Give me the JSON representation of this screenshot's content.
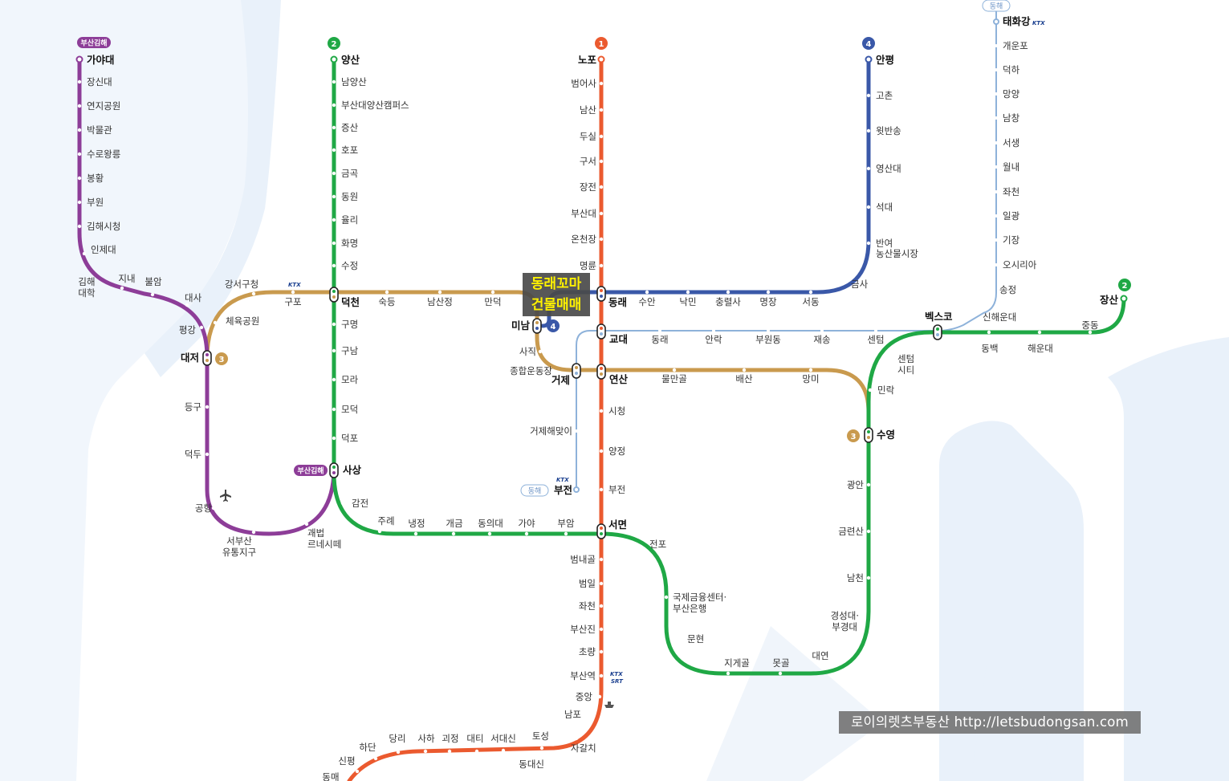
{
  "colors": {
    "line1": "#eb5a2f",
    "line2": "#1fa845",
    "line3": "#c99a4e",
    "line4": "#3a58a8",
    "bgl": "#8d3d98",
    "donghae": "#8eb2da",
    "background_shape": "#e9f1fa"
  },
  "line_badges": {
    "line1": "1",
    "line2": "2",
    "line3": "3",
    "line4": "4",
    "bgl": "부산김해",
    "donghae": "동해"
  },
  "ktx_label": "KTX",
  "srt_label": "SRT",
  "promo": {
    "line1": "동래꼬마",
    "line2": "건물매매"
  },
  "footer": {
    "text": "로이의렛츠부동산 http://letsbudongsan.com"
  },
  "stations": {
    "line1": [
      "노포",
      "범어사",
      "남산",
      "두실",
      "구서",
      "장전",
      "부산대",
      "온천장",
      "명륜",
      "동래",
      "교대",
      "연산",
      "시청",
      "양정",
      "부전",
      "서면",
      "범내골",
      "범일",
      "좌천",
      "부산진",
      "초량",
      "부산역",
      "중앙",
      "남포",
      "자갈치",
      "토성",
      "동대신",
      "서대신",
      "대티",
      "괴정",
      "사하",
      "당리",
      "하단",
      "신평",
      "동매"
    ],
    "line2": [
      "양산",
      "남양산",
      "부산대양산캠퍼스",
      "증산",
      "호포",
      "금곡",
      "동원",
      "율리",
      "화명",
      "수정",
      "덕천",
      "구명",
      "구남",
      "모라",
      "모덕",
      "덕포",
      "사상",
      "감전",
      "주례",
      "냉정",
      "개금",
      "동의대",
      "가야",
      "부암",
      "서면",
      "전포",
      "국제금융센터·",
      "부산은행",
      "문현",
      "지게골",
      "못골",
      "대연",
      "경성대·",
      "부경대",
      "남천",
      "금련산",
      "광안",
      "수영",
      "민락",
      "센텀",
      "시티",
      "벡스코",
      "동백",
      "해운대",
      "중동",
      "장산"
    ],
    "line3": [
      "대저",
      "체육공원",
      "강서구청",
      "구포",
      "덕천",
      "숙등",
      "남산정",
      "만덕",
      "미남",
      "사직",
      "종합운동장",
      "거제",
      "연산",
      "물만골",
      "배산",
      "망미",
      "수영"
    ],
    "line4": [
      "안평",
      "고촌",
      "윗반송",
      "영산대",
      "석대",
      "반여",
      "농산물시장",
      "금사",
      "서동",
      "명장",
      "충렬사",
      "낙민",
      "수안",
      "동래",
      "미남"
    ],
    "bgl": [
      "가야대",
      "장신대",
      "연지공원",
      "박물관",
      "수로왕릉",
      "봉황",
      "부원",
      "김해시청",
      "인제대",
      "김해",
      "대학",
      "지내",
      "불암",
      "대사",
      "평강",
      "대저",
      "등구",
      "덕두",
      "공항",
      "서부산",
      "유통지구",
      "괘법",
      "르네시떼",
      "사상"
    ],
    "donghae": [
      "태화강",
      "개운포",
      "덕하",
      "망양",
      "남창",
      "서생",
      "월내",
      "좌천",
      "일광",
      "기장",
      "오시리아",
      "송정",
      "신해운대",
      "벡스코",
      "센텀",
      "재송",
      "부원동",
      "안락",
      "동래",
      "교대",
      "거제",
      "거제해맞이",
      "부전"
    ]
  }
}
